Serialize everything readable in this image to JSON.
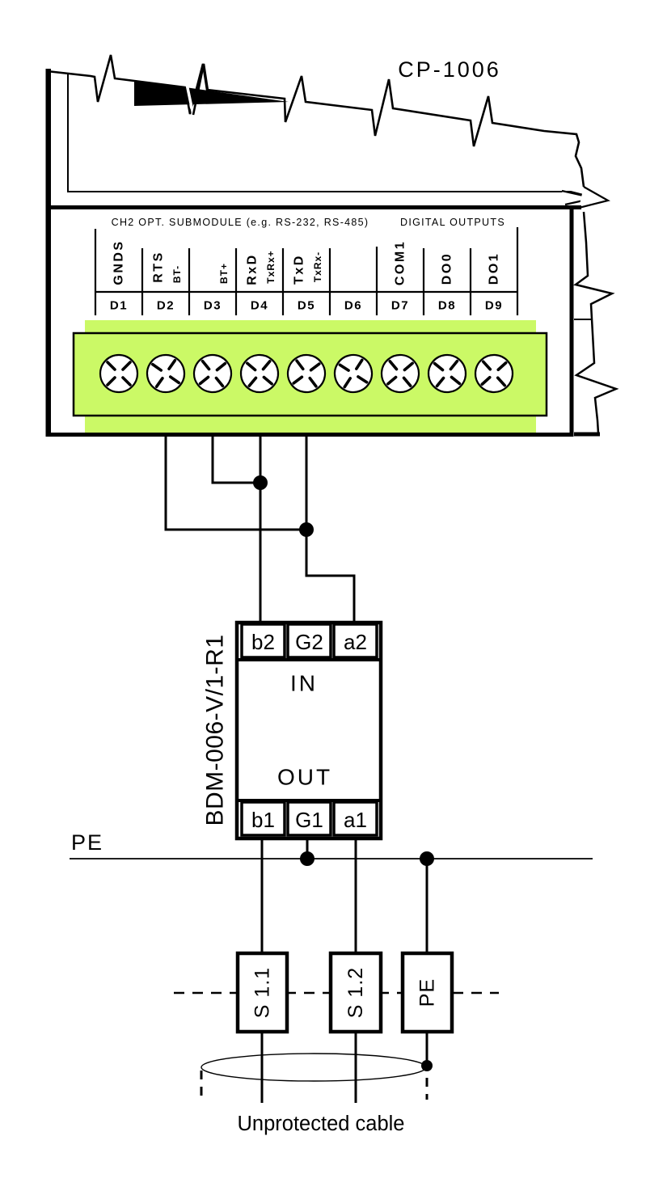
{
  "device": {
    "title": "CP-1006",
    "ch2_header": "CH2 OPT. SUBMODULE (e.g. RS-232, RS-485)",
    "digital_header": "DIGITAL OUTPUTS",
    "terminals": [
      {
        "id": "D1",
        "label": "GNDS",
        "sub": ""
      },
      {
        "id": "D2",
        "label": "RTS",
        "sub": "BT-"
      },
      {
        "id": "D3",
        "label": "",
        "sub": "BT+"
      },
      {
        "id": "D4",
        "label": "RxD",
        "sub": "TxRx+"
      },
      {
        "id": "D5",
        "label": "TxD",
        "sub": "TxRx-"
      },
      {
        "id": "D6",
        "label": "",
        "sub": ""
      },
      {
        "id": "D7",
        "label": "COM1",
        "sub": ""
      },
      {
        "id": "D8",
        "label": "DO0",
        "sub": ""
      },
      {
        "id": "D9",
        "label": "DO1",
        "sub": ""
      }
    ]
  },
  "protector": {
    "model": "BDM-006-V/1-R1",
    "in_label": "IN",
    "out_label": "OUT",
    "top_terminals": [
      "b2",
      "G2",
      "a2"
    ],
    "bottom_terminals": [
      "b1",
      "G1",
      "a1"
    ]
  },
  "pe_rail_label": "PE",
  "cable": {
    "box_s11": "S 1.1",
    "box_s12": "S 1.2",
    "box_pe": "PE",
    "caption": "Unprotected cable"
  },
  "colors": {
    "terminal_block_green": "#CBF966",
    "line_black": "#000000"
  }
}
